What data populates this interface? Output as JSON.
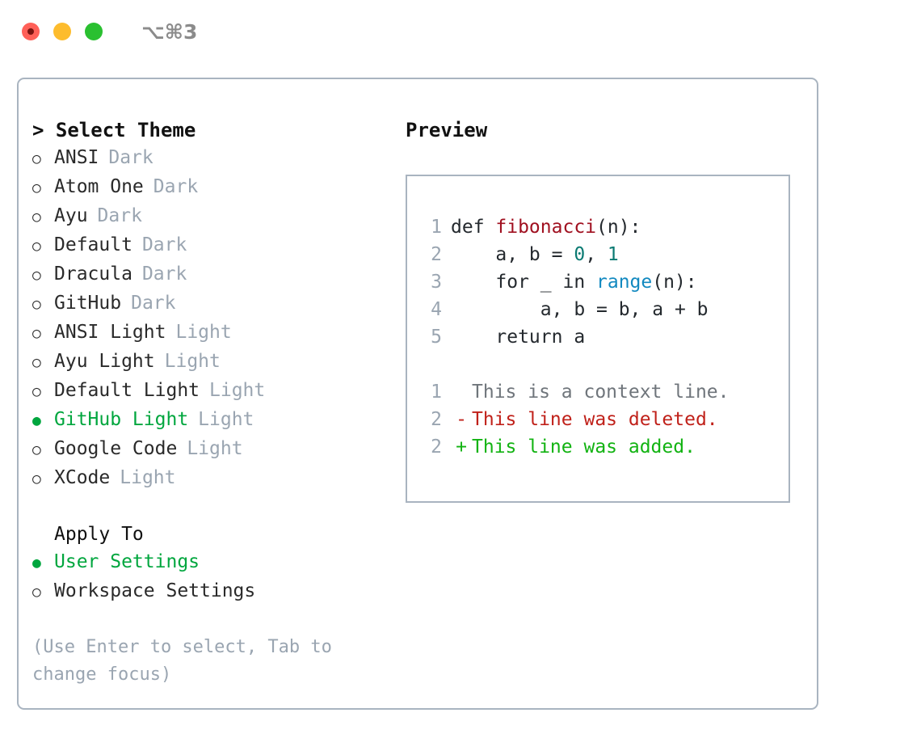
{
  "titlebar": {
    "shortcut": "⌥⌘3",
    "lights": [
      "close-red",
      "minimize-yellow",
      "maximize-green"
    ]
  },
  "theme_picker": {
    "header": "> Select Theme",
    "unselected_marker": "○",
    "selected_marker": "●",
    "accent_color": "#00a63e",
    "muted_color": "#9aa5b1",
    "options": [
      {
        "name": "ANSI",
        "variant": "Dark",
        "selected": false
      },
      {
        "name": "Atom One",
        "variant": "Dark",
        "selected": false
      },
      {
        "name": "Ayu",
        "variant": "Dark",
        "selected": false
      },
      {
        "name": "Default",
        "variant": "Dark",
        "selected": false
      },
      {
        "name": "Dracula",
        "variant": "Dark",
        "selected": false
      },
      {
        "name": "GitHub",
        "variant": "Dark",
        "selected": false
      },
      {
        "name": "ANSI Light",
        "variant": "Light",
        "selected": false
      },
      {
        "name": "Ayu Light",
        "variant": "Light",
        "selected": false
      },
      {
        "name": "Default Light",
        "variant": "Light",
        "selected": false
      },
      {
        "name": "GitHub Light",
        "variant": "Light",
        "selected": true
      },
      {
        "name": "Google Code",
        "variant": "Light",
        "selected": false
      },
      {
        "name": "XCode",
        "variant": "Light",
        "selected": false
      }
    ]
  },
  "apply_to": {
    "header": "Apply To",
    "options": [
      {
        "name": "User Settings",
        "selected": true
      },
      {
        "name": "Workspace Settings",
        "selected": false
      }
    ]
  },
  "hint": "(Use Enter to select, Tab to change focus)",
  "preview": {
    "title": "Preview",
    "code_lines": [
      {
        "number": "1",
        "tokens": [
          {
            "text": "def ",
            "kind": "plain"
          },
          {
            "text": "fibonacci",
            "kind": "fn"
          },
          {
            "text": "(n):",
            "kind": "plain"
          }
        ]
      },
      {
        "number": "2",
        "tokens": [
          {
            "text": "    a, b = ",
            "kind": "plain"
          },
          {
            "text": "0",
            "kind": "num"
          },
          {
            "text": ", ",
            "kind": "plain"
          },
          {
            "text": "1",
            "kind": "num"
          }
        ]
      },
      {
        "number": "3",
        "tokens": [
          {
            "text": "    for _ in ",
            "kind": "plain"
          },
          {
            "text": "range",
            "kind": "call"
          },
          {
            "text": "(n):",
            "kind": "plain"
          }
        ]
      },
      {
        "number": "4",
        "tokens": [
          {
            "text": "        a, b = b, a + b",
            "kind": "plain"
          }
        ]
      },
      {
        "number": "5",
        "tokens": [
          {
            "text": "    return a",
            "kind": "plain"
          }
        ]
      }
    ],
    "diff_lines": [
      {
        "number": "1",
        "sign": " ",
        "text": "This is a context line.",
        "kind": "ctx"
      },
      {
        "number": "2",
        "sign": "-",
        "text": "This line was deleted.",
        "kind": "del"
      },
      {
        "number": "2",
        "sign": "+",
        "text": "This line was added.",
        "kind": "add"
      }
    ]
  }
}
